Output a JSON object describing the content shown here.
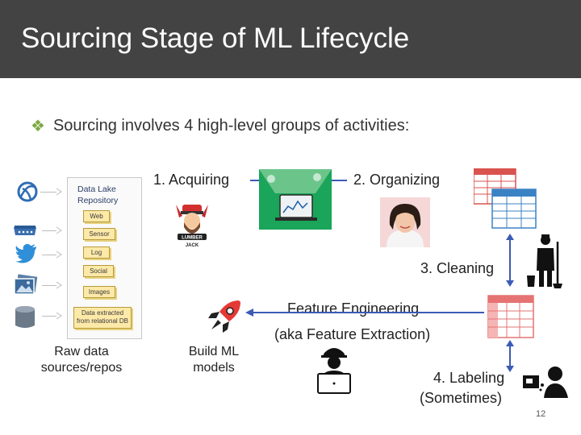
{
  "slide": {
    "title": "Sourcing Stage of ML Lifecycle",
    "bullet": "Sourcing involves 4 high-level groups of activities:",
    "page_number": "12"
  },
  "repository": {
    "title_line1": "Data Lake",
    "title_line2": "Repository",
    "chips": [
      "Web",
      "Sensor",
      "Log",
      "Social",
      "Images"
    ],
    "chip_relational_line1": "Data extracted",
    "chip_relational_line2": "from relational DB"
  },
  "labels": {
    "acquiring": "1. Acquiring",
    "organizing": "2. Organizing",
    "cleaning": "3. Cleaning",
    "feature_engineering": "Feature Engineering",
    "feature_extraction": "(aka Feature Extraction)",
    "labeling_line1": "4. Labeling",
    "labeling_line2": "(Sometimes)",
    "raw_line1": "Raw data",
    "raw_line2": "sources/repos",
    "build_line1": "Build ML",
    "build_line2": "models",
    "lumberjack": "LUMBER",
    "lumberjack2": "JACK"
  },
  "colors": {
    "title_bar": "#434343",
    "bullet": "#7aa940",
    "arrow_blue": "#3b5bb5",
    "table_red": "#d9534f",
    "table_blue": "#3b82c4"
  },
  "icons": [
    "web-icon",
    "router-icon",
    "twitter-icon",
    "photo-icon",
    "database-icon",
    "lumberjack-icon",
    "laptop-data-icon",
    "organizer-person-icon",
    "red-table-icon",
    "blue-table-icon",
    "janitor-icon",
    "rocket-icon",
    "data-scientist-icon",
    "pink-table-icon",
    "labeler-icon"
  ]
}
